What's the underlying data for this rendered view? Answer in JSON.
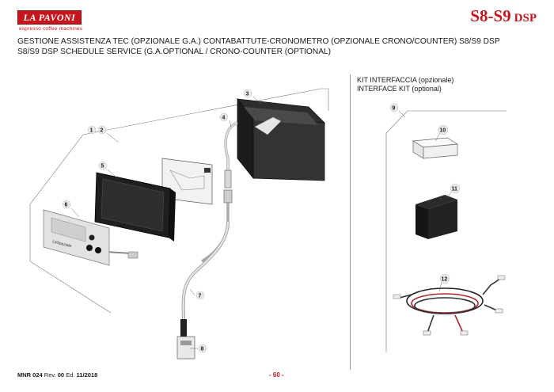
{
  "brand": {
    "logo_text": "LA PAVONI",
    "tagline": "espresso coffee machines",
    "accent_color": "#c4161c"
  },
  "model": {
    "name": "S8-S9",
    "suffix": "DSP"
  },
  "titles": {
    "italian": "GESTIONE ASSISTENZA TEC (OPZIONALE G.A.) CONTABATTUTE-CRONOMETRO (OPZIONALE CRONO/COUNTER) S8/S9 DSP",
    "english": "S8/S9 DSP SCHEDULE SERVICE (G.A.OPTIONAL / CRONO-COUNTER (OPTIONAL)"
  },
  "kit": {
    "title_it": "KIT INTERFACCIA (opzionale)",
    "title_en": "INTERFACE KIT (optional)"
  },
  "callouts": {
    "c1": "1",
    "c2": "2",
    "c3": "3",
    "c4": "4",
    "c5": "5",
    "c6": "6",
    "c7": "7",
    "c8": "8",
    "c9": "9",
    "c10": "10",
    "c11": "11",
    "c12": "12"
  },
  "keypad_logo": "LaSpaziale",
  "footer": {
    "doc": "MNR 024",
    "rev_label": "Rev.",
    "rev": "00",
    "ed_label": "Ed.",
    "date": "11/2018",
    "page": "- 60 -"
  }
}
